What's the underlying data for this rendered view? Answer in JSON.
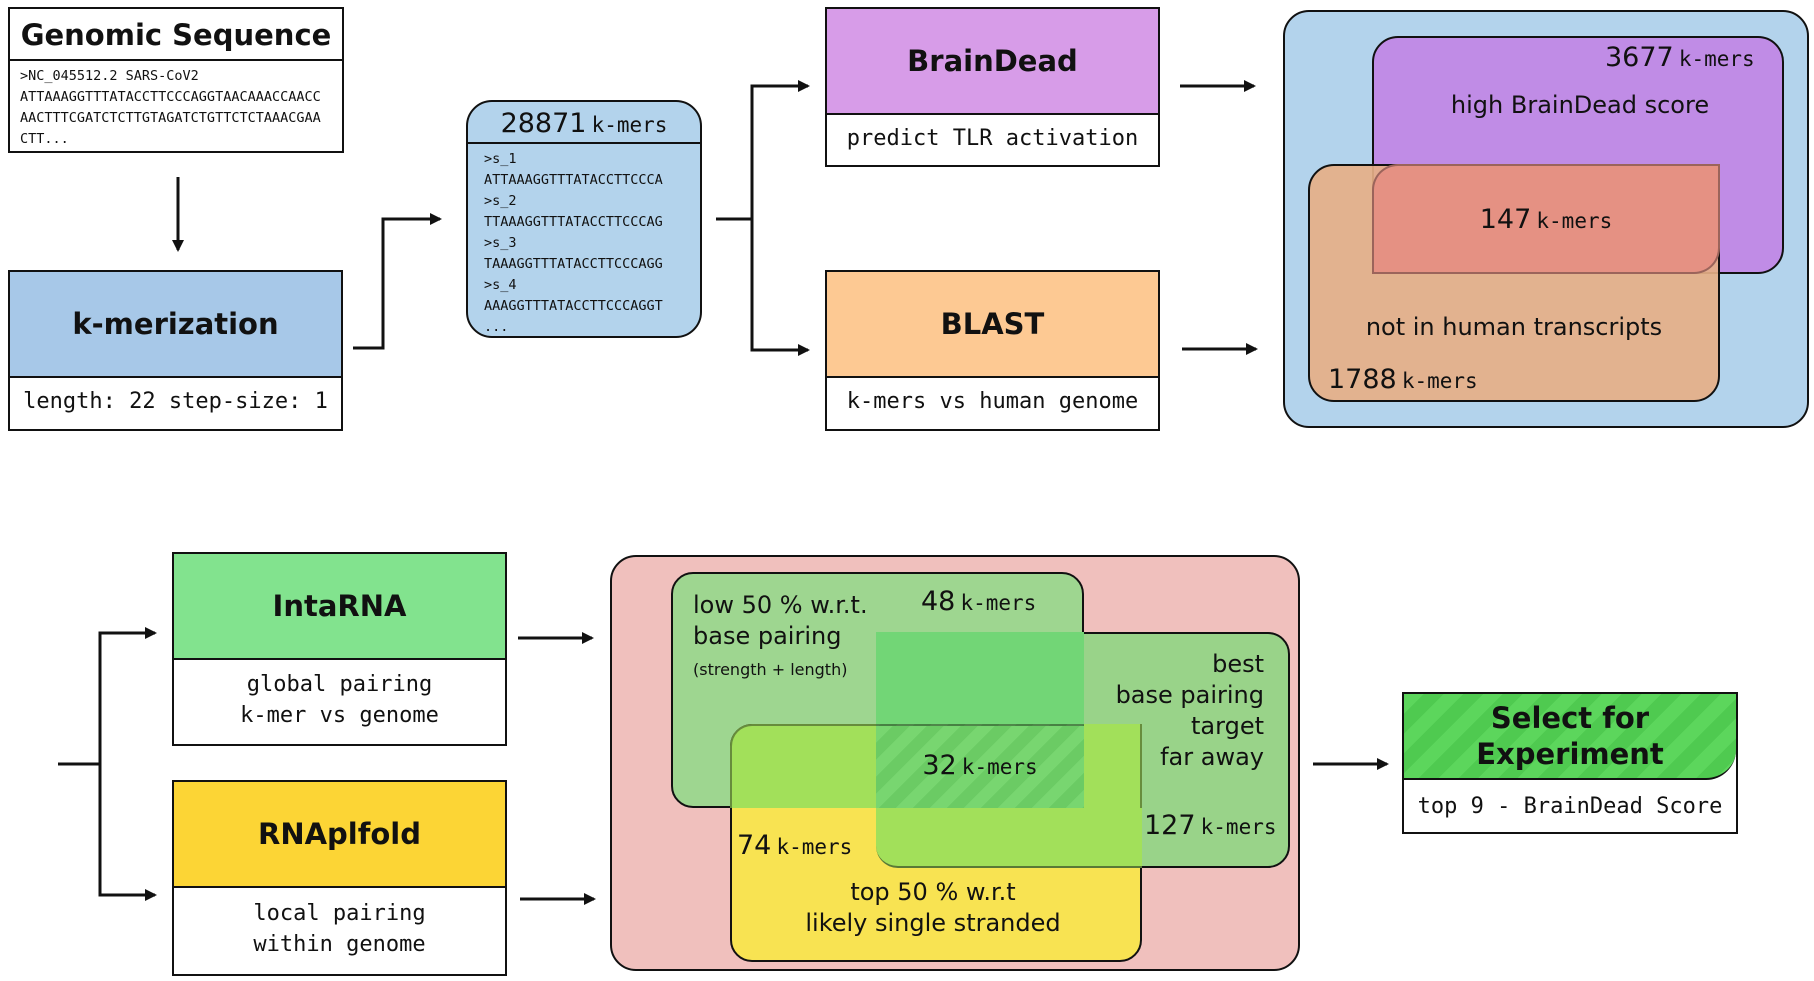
{
  "genomic": {
    "title": "Genomic Sequence",
    "lines": [
      ">NC_045512.2 SARS-CoV2",
      "ATTAAAGGTTTATACCTTCCCAGGTAACAAACCAACC",
      "AACTTTCGATCTCTTGTAGATCTGTTCTCTAAACGAA",
      "CTT..."
    ]
  },
  "kmerization": {
    "title": "k-merization",
    "params": "length: 22 step-size: 1"
  },
  "kmers_box": {
    "count": "28871",
    "unit": "k-mers",
    "lines": [
      ">s_1",
      "ATTAAAGGTTTATACCTTCCCA",
      ">s_2",
      "TTAAAGGTTTATACCTTCCCAG",
      ">s_3",
      "TAAAGGTTTATACCTTCCCAGG",
      ">s_4",
      "AAAGGTTTATACCTTCCCAGGT",
      "..."
    ]
  },
  "braindead": {
    "title": "BrainDead",
    "desc": "predict TLR activation"
  },
  "blast": {
    "title": "BLAST",
    "desc": "k-mers vs human genome"
  },
  "venn_top": {
    "purple_count": "3677",
    "purple_label": "high BrainDead score",
    "overlap_count": "147",
    "orange_label": "not in human transcripts",
    "orange_count": "1788",
    "unit": "k-mers"
  },
  "intarna": {
    "title": "IntaRNA",
    "desc_lines": [
      "global pairing",
      "k-mer vs genome"
    ]
  },
  "rnaplfold": {
    "title": "RNAplfold",
    "desc_lines": [
      "local pairing",
      "within genome"
    ]
  },
  "venn_bottom": {
    "low_label_lines": [
      "low 50 % w.r.t.",
      "base pairing"
    ],
    "low_note": "(strength + length)",
    "low_count": "48",
    "best_label_lines": [
      "best",
      "base pairing",
      "target",
      "far away"
    ],
    "best_count": "127",
    "top_label_lines": [
      "top 50 % w.r.t",
      "likely single stranded"
    ],
    "top_count": "74",
    "center_count": "32",
    "unit": "k-mers"
  },
  "select": {
    "title_lines": [
      "Select for",
      "Experiment"
    ],
    "desc": "top 9 - BrainDead Score"
  },
  "colors": {
    "blue": "#a7c8e8",
    "purple": "#d79ce8",
    "orange": "#fdc993",
    "green": "#82e38e",
    "yellow": "#fcd535",
    "pink": "#f0c0bd",
    "venn_blue_bg": "#b3d3ec",
    "venn_purple": "#c08ce6",
    "venn_orange": "#e3ae8a",
    "venn_overlap": "#e59183",
    "venn_green": "#9ed690",
    "venn_yellow": "#f8e352",
    "venn_lime": "#a2e05a",
    "venn_center": "#78d670"
  }
}
